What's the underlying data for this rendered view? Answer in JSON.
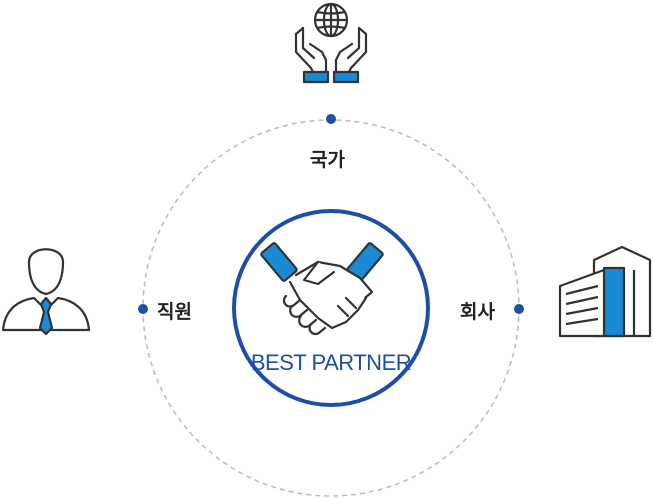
{
  "center": {
    "title": "BEST PARTNER"
  },
  "nodes": {
    "top": {
      "label": "국가",
      "icon": "globe-hands-icon"
    },
    "left": {
      "label": "직원",
      "icon": "employee-icon"
    },
    "right": {
      "label": "회사",
      "icon": "building-icon"
    }
  },
  "colors": {
    "accent": "#1e4fa8",
    "icon_blue": "#1a8ad4",
    "line": "#333333",
    "dashed": "#bbbbbb"
  }
}
